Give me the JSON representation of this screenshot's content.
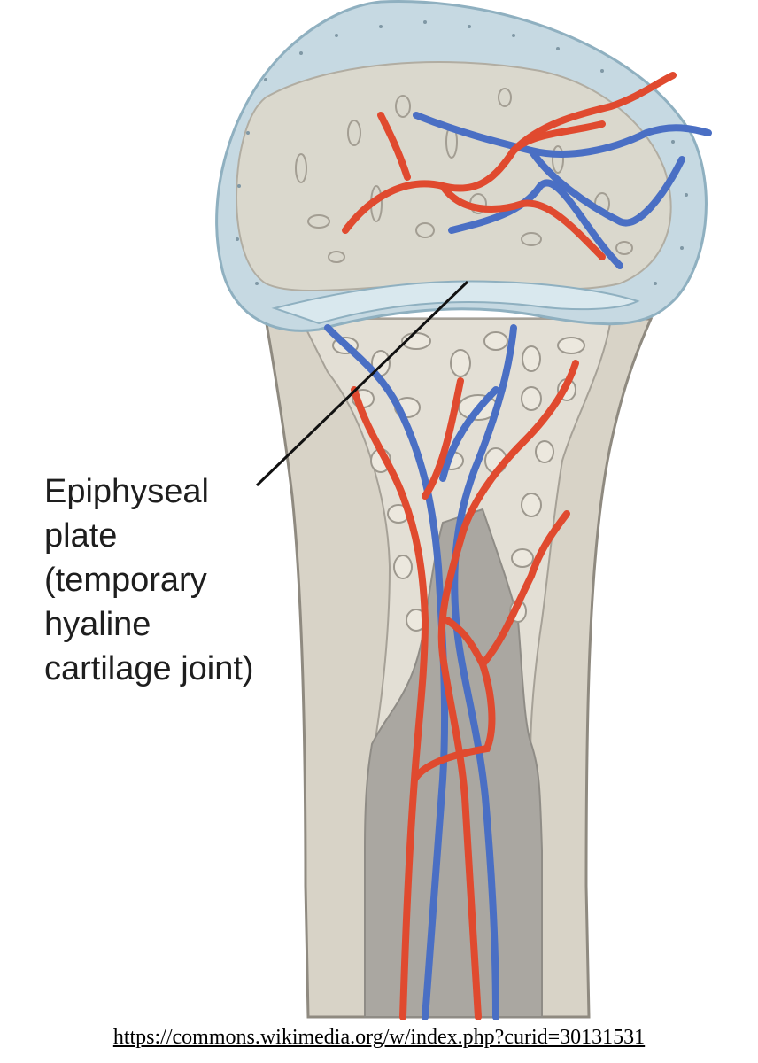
{
  "figure": {
    "structure": "proximal long bone with epiphyseal blood supply",
    "colors": {
      "articular_cartilage": "#c9dbe3",
      "cartilage_edge": "#9fbccb",
      "spongy_bone": "#dedad0",
      "cortical_bone": "#d5d0c4",
      "bone_outline": "#8f8a80",
      "medullary_cavity": "#a8a59f",
      "artery": "#e04a2f",
      "vein": "#4a6fc4",
      "leader_line": "#111111"
    }
  },
  "callout": {
    "lines": [
      "Epiphyseal",
      "plate",
      "(temporary",
      "hyaline",
      "cartilage joint)"
    ]
  },
  "source": {
    "url": "https://commons.wikimedia.org/w/index.php?curid=30131531"
  }
}
